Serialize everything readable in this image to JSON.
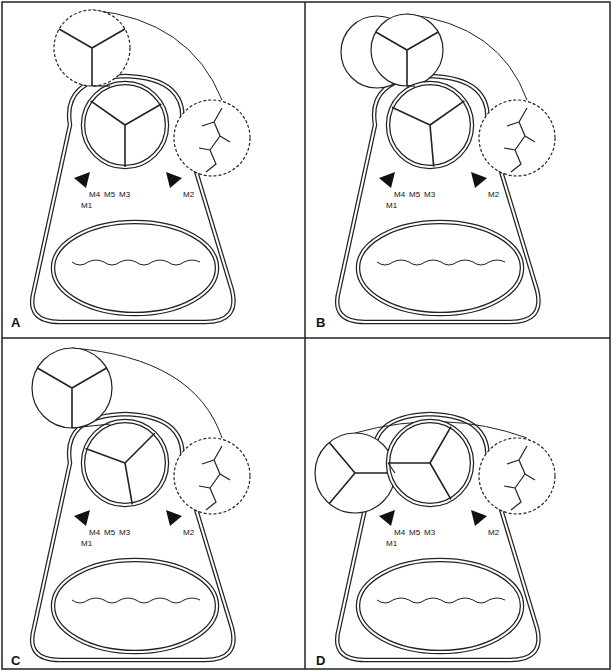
{
  "diagram": {
    "labels": [
      "A",
      "M1",
      "M4",
      "M5",
      "M3",
      "M2",
      "B",
      "M1",
      "M4",
      "M5",
      "M3",
      "M2",
      "C",
      "M1",
      "M4",
      "M5",
      "M3",
      "M2",
      "D",
      "M1",
      "M4",
      "M5",
      "M3",
      "M2"
    ]
  }
}
